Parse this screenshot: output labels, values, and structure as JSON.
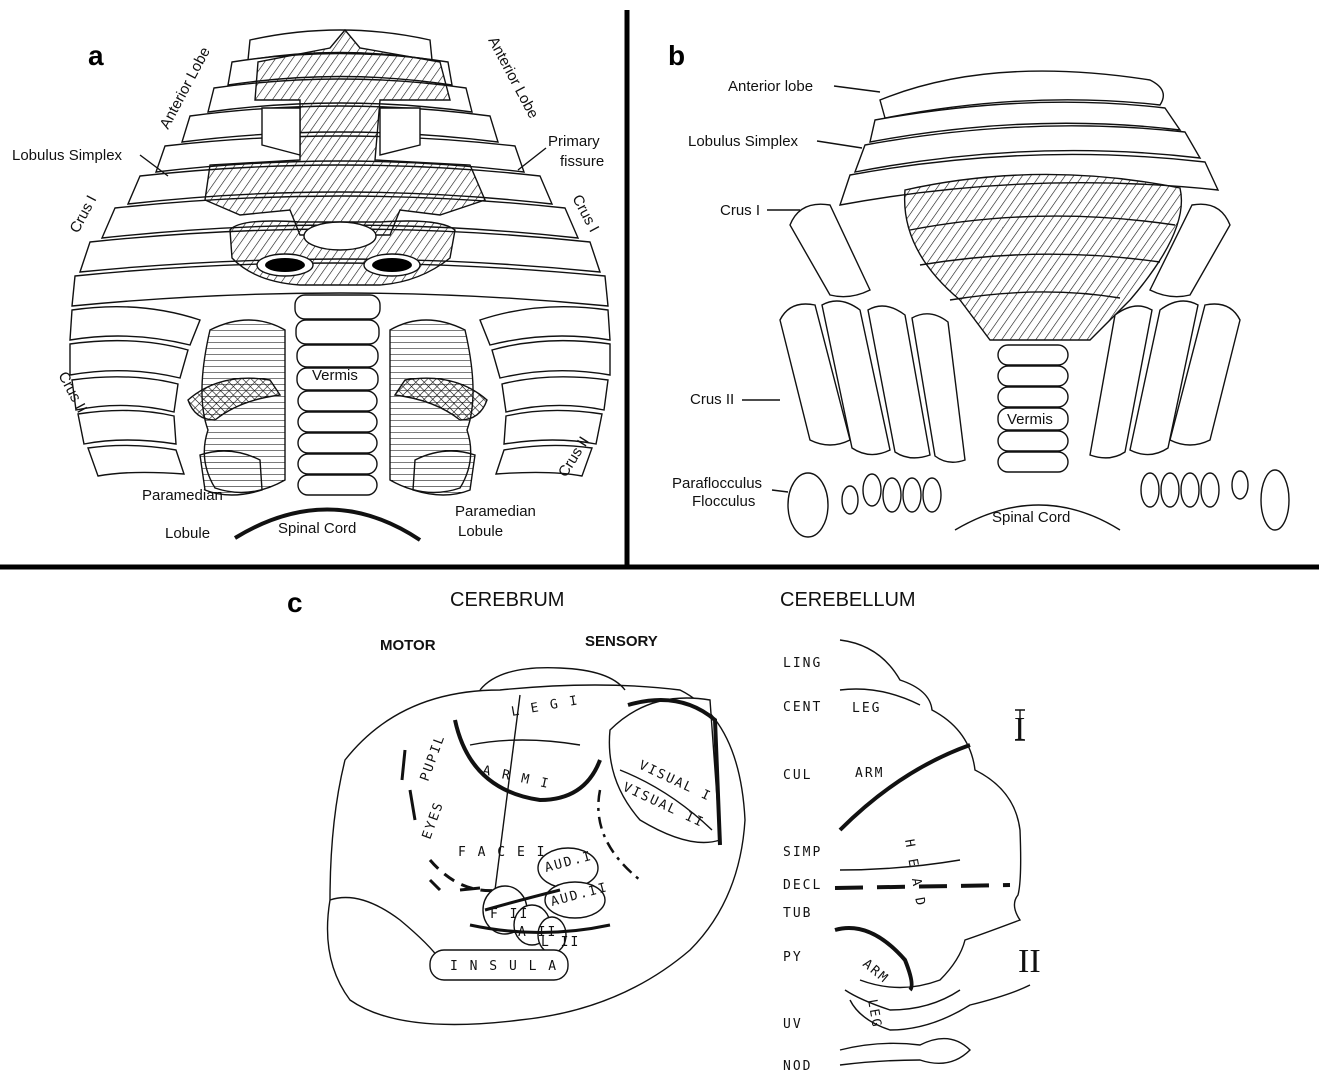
{
  "panels": {
    "a": "a",
    "b": "b",
    "c": "c"
  },
  "panel_a": {
    "anterior_lobe_left": "Anterior Lobe",
    "anterior_lobe_right": "Anterior Lobe",
    "lobulus_simplex": "Lobulus Simplex",
    "primary_fissure": [
      "Primary",
      "fissure"
    ],
    "crus1_left": "Crus I",
    "crus1_right": "Crus I",
    "crus2_left": "Crus II",
    "crus2_right": "Crus II",
    "vermis": "Vermis",
    "paramedian_left": [
      "Paramedian",
      "Lobule"
    ],
    "paramedian_right": [
      "Paramedian",
      "Lobule"
    ],
    "spinal_cord": "Spinal Cord"
  },
  "panel_b": {
    "anterior_lobe": "Anterior lobe",
    "lobulus_simplex": "Lobulus Simplex",
    "crus1": "Crus I",
    "crus2": "Crus II",
    "vermis": "Vermis",
    "paraflocculus": "Paraflocculus",
    "flocculus": "Flocculus",
    "spinal_cord": "Spinal Cord"
  },
  "panel_c": {
    "cerebrum": "CEREBRUM",
    "cerebellum": "CEREBELLUM",
    "motor": "MOTOR",
    "sensory": "SENSORY",
    "regions": {
      "leg": "L E G I",
      "arm": "A R M I",
      "pupil": "PUPIL",
      "eyes": "EYES",
      "face": "F A C E I",
      "visual1": "VISUAL I",
      "visual2": "VISUAL II",
      "aud1": "AUD.I",
      "aud2": "AUD.II",
      "f2": "F II",
      "a2": "A II",
      "l2": "L II",
      "insula": "I N S U L A"
    },
    "cerebellum_lobules": [
      "LING",
      "CENT",
      "CUL",
      "SIMP",
      "DECL",
      "TUB",
      "PY",
      "UV",
      "NOD"
    ],
    "cerebellum_regions": {
      "leg_top": "LEG",
      "arm_top": "ARM",
      "head": "H E A D",
      "arm_bottom": "ARM",
      "leg_bottom": "LEG"
    },
    "roman_one": "I",
    "roman_two": "II"
  }
}
